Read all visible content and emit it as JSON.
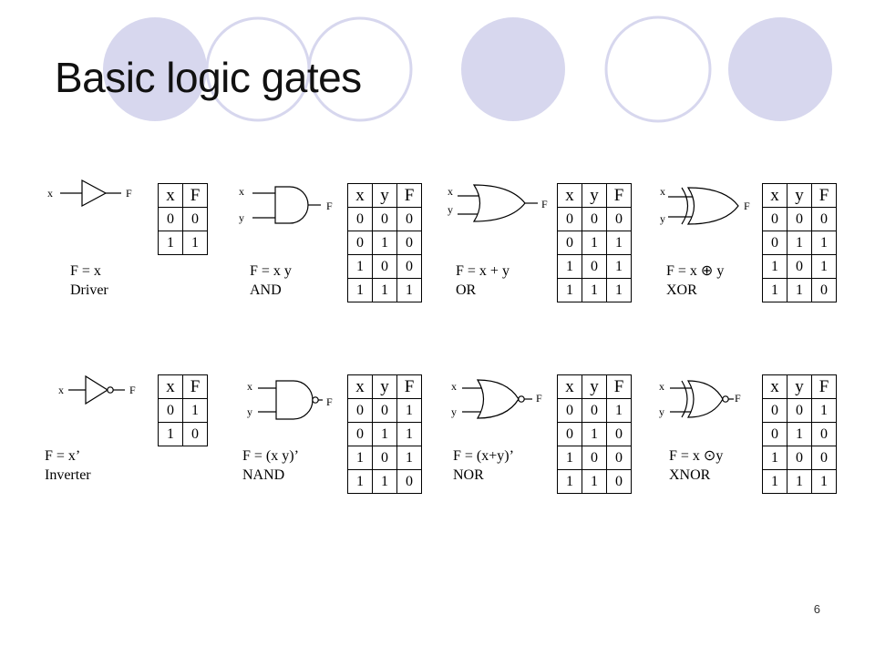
{
  "slide": {
    "title": "Basic logic gates",
    "page_number": "6"
  },
  "colors": {
    "circle_fill": "#D7D7EE",
    "circle_stroke": "#D7D7EE"
  },
  "gates": [
    {
      "id": "driver",
      "icon": "buffer-gate-icon",
      "pins": {
        "x": "x",
        "y": "",
        "f": "F"
      },
      "expression": "F = x",
      "name": "Driver",
      "table": {
        "headers": [
          "x",
          "F"
        ],
        "rows": [
          [
            "0",
            "0"
          ],
          [
            "1",
            "1"
          ]
        ]
      }
    },
    {
      "id": "and",
      "icon": "and-gate-icon",
      "pins": {
        "x": "x",
        "y": "y",
        "f": "F"
      },
      "expression": "F = x y",
      "name": "AND",
      "table": {
        "headers": [
          "x",
          "y",
          "F"
        ],
        "rows": [
          [
            "0",
            "0",
            "0"
          ],
          [
            "0",
            "1",
            "0"
          ],
          [
            "1",
            "0",
            "0"
          ],
          [
            "1",
            "1",
            "1"
          ]
        ]
      }
    },
    {
      "id": "or",
      "icon": "or-gate-icon",
      "pins": {
        "x": "x",
        "y": "y",
        "f": "F"
      },
      "expression": "F = x + y",
      "name": "OR",
      "table": {
        "headers": [
          "x",
          "y",
          "F"
        ],
        "rows": [
          [
            "0",
            "0",
            "0"
          ],
          [
            "0",
            "1",
            "1"
          ],
          [
            "1",
            "0",
            "1"
          ],
          [
            "1",
            "1",
            "1"
          ]
        ]
      }
    },
    {
      "id": "xor",
      "icon": "xor-gate-icon",
      "pins": {
        "x": "x",
        "y": "y",
        "f": "F"
      },
      "expression": "F = x ⊕ y",
      "name": "XOR",
      "table": {
        "headers": [
          "x",
          "y",
          "F"
        ],
        "rows": [
          [
            "0",
            "0",
            "0"
          ],
          [
            "0",
            "1",
            "1"
          ],
          [
            "1",
            "0",
            "1"
          ],
          [
            "1",
            "1",
            "0"
          ]
        ]
      }
    },
    {
      "id": "inverter",
      "icon": "not-gate-icon",
      "pins": {
        "x": "x",
        "y": "",
        "f": "F"
      },
      "expression": "F = x’",
      "name": "Inverter",
      "table": {
        "headers": [
          "x",
          "F"
        ],
        "rows": [
          [
            "0",
            "1"
          ],
          [
            "1",
            "0"
          ]
        ]
      }
    },
    {
      "id": "nand",
      "icon": "nand-gate-icon",
      "pins": {
        "x": "x",
        "y": "y",
        "f": "F"
      },
      "expression": "F = (x y)’",
      "name": "NAND",
      "table": {
        "headers": [
          "x",
          "y",
          "F"
        ],
        "rows": [
          [
            "0",
            "0",
            "1"
          ],
          [
            "0",
            "1",
            "1"
          ],
          [
            "1",
            "0",
            "1"
          ],
          [
            "1",
            "1",
            "0"
          ]
        ]
      }
    },
    {
      "id": "nor",
      "icon": "nor-gate-icon",
      "pins": {
        "x": "x",
        "y": "y",
        "f": "F"
      },
      "expression": "F = (x+y)’",
      "name": "NOR",
      "table": {
        "headers": [
          "x",
          "y",
          "F"
        ],
        "rows": [
          [
            "0",
            "0",
            "1"
          ],
          [
            "0",
            "1",
            "0"
          ],
          [
            "1",
            "0",
            "0"
          ],
          [
            "1",
            "1",
            "0"
          ]
        ]
      }
    },
    {
      "id": "xnor",
      "icon": "xnor-gate-icon",
      "pins": {
        "x": "x",
        "y": "y",
        "f": "F"
      },
      "expression": "F = x ⊙y",
      "name": "XNOR",
      "table": {
        "headers": [
          "x",
          "y",
          "F"
        ],
        "rows": [
          [
            "0",
            "0",
            "1"
          ],
          [
            "0",
            "1",
            "0"
          ],
          [
            "1",
            "0",
            "0"
          ],
          [
            "1",
            "1",
            "1"
          ]
        ]
      }
    }
  ]
}
